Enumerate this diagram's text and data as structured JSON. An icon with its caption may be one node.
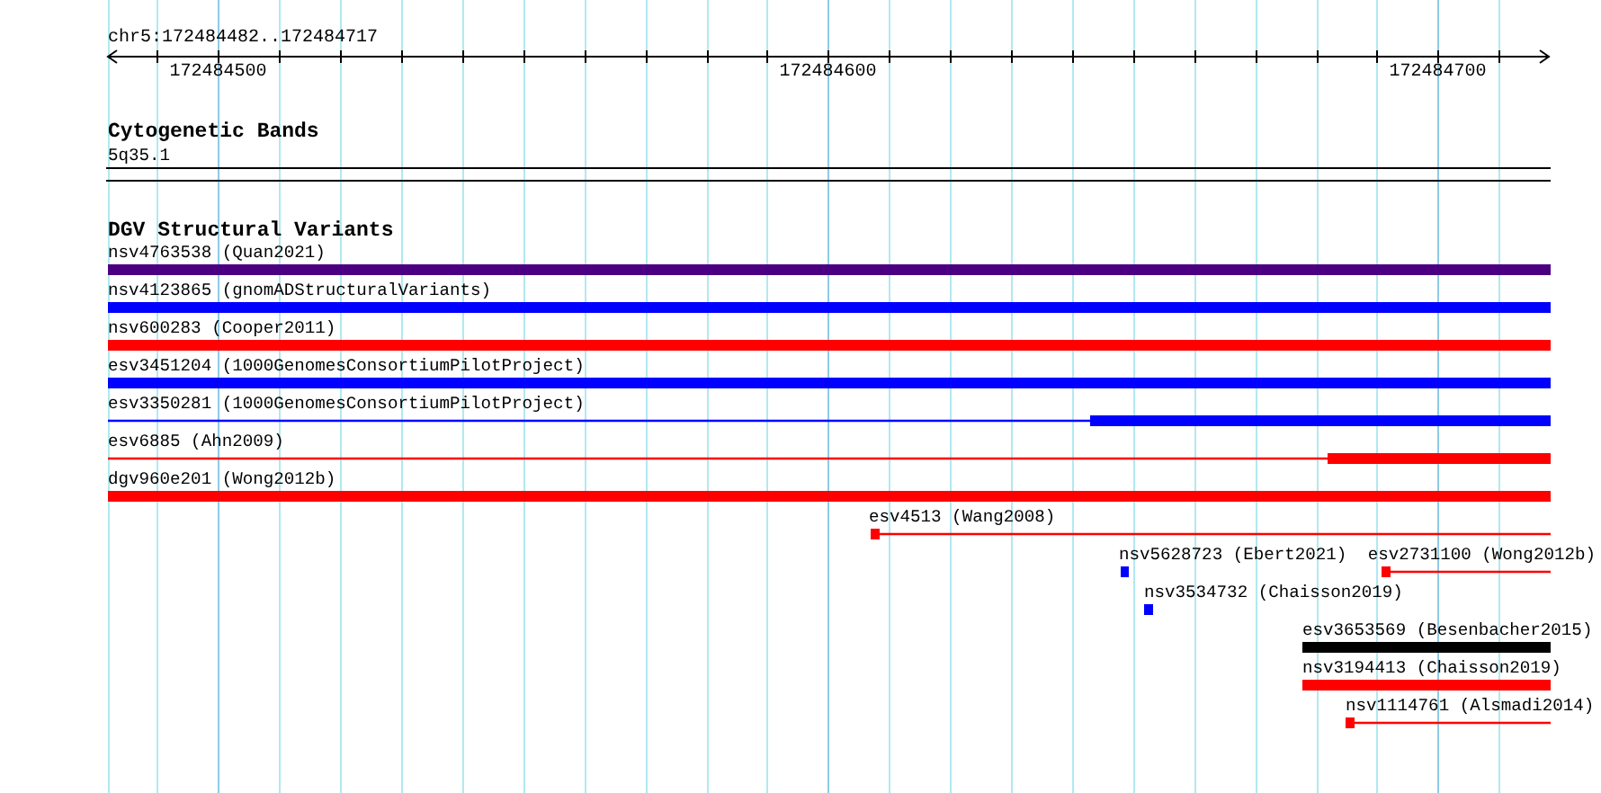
{
  "diagram": {
    "nodes": [
      {
        "text": [
          "5q35.1"
        ]
      },
      {
        "text": [
          "nsv4763538 (Quan2021)"
        ]
      },
      {
        "text": [
          "nsv4123865 (gnomADStructuralVariants)"
        ]
      },
      {
        "text": [
          "nsv600283 (Cooper2011)"
        ]
      },
      {
        "text": [
          "esv3451204 (1000GenomesConsortiumPilotProject)"
        ]
      },
      {
        "text": [
          "esv3350281 (1000GenomesConsortiumPilotProject)"
        ]
      },
      {
        "text": [
          "esv6885 (Ahn2009)"
        ]
      },
      {
        "text": [
          "dgv960e201 (Wong2012b)"
        ]
      },
      {
        "text": [
          "esv4513 (Wang2008)"
        ]
      },
      {
        "text": [
          "nsv5628723 (Ebert2021)"
        ]
      },
      {
        "text": [
          "esv2731100 (Wong2012b)"
        ]
      },
      {
        "text": [
          "nsv3534732 (Chaisson2019)"
        ]
      },
      {
        "text": [
          "esv3653569 (Besenbacher2015)"
        ]
      },
      {
        "text": [
          "nsv3194413 (Chaisson2019)"
        ]
      },
      {
        "text": [
          "nsv1114761 (Alsmadi2014)"
        ]
      }
    ],
    "labels": [
      "chr5:172484482..172484717",
      "172484500",
      "172484600",
      "172484700",
      "Cytogenetic Bands",
      "DGV Structural Variants"
    ]
  }
}
